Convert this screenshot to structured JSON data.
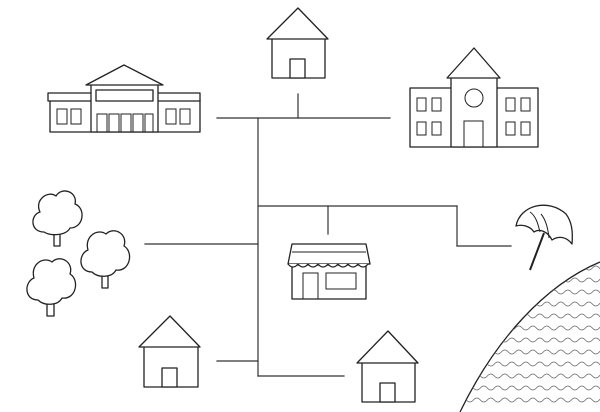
{
  "map": {
    "colors": {
      "ink": "#222222",
      "paper": "#ffffff",
      "road": "#333333",
      "water_line": "#666666"
    },
    "features": [
      {
        "name": "house-top",
        "icon": "house-icon"
      },
      {
        "name": "shopping-mall",
        "icon": "mall-icon"
      },
      {
        "name": "school",
        "icon": "school-icon"
      },
      {
        "name": "park-trees",
        "icon": "tree-icon"
      },
      {
        "name": "shop",
        "icon": "shop-icon"
      },
      {
        "name": "beach-umbrella",
        "icon": "umbrella-icon"
      },
      {
        "name": "lake",
        "icon": "water-icon"
      },
      {
        "name": "house-bottom-left",
        "icon": "house-icon"
      },
      {
        "name": "house-bottom-right",
        "icon": "house-icon"
      }
    ]
  }
}
